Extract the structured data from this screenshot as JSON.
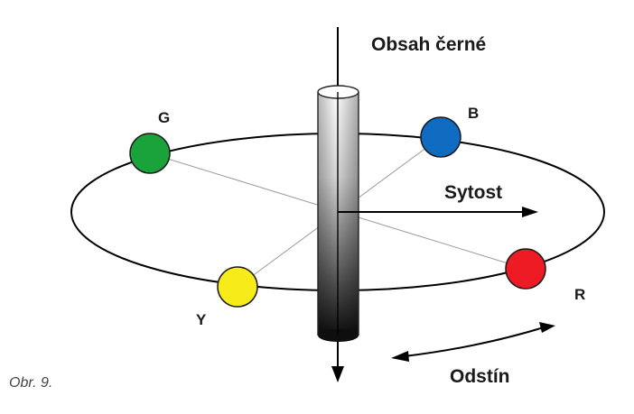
{
  "axis_label": "Obsah černé",
  "saturation_label": "Sytost",
  "hue_label": "Odstín",
  "colors": [
    {
      "id": "G",
      "label": "G",
      "fill": "#1aa33b"
    },
    {
      "id": "B",
      "label": "B",
      "fill": "#0f6cc0"
    },
    {
      "id": "R",
      "label": "R",
      "fill": "#ee1b24"
    },
    {
      "id": "Y",
      "label": "Y",
      "fill": "#f7ec1a"
    }
  ],
  "caption": "Obr. 9."
}
